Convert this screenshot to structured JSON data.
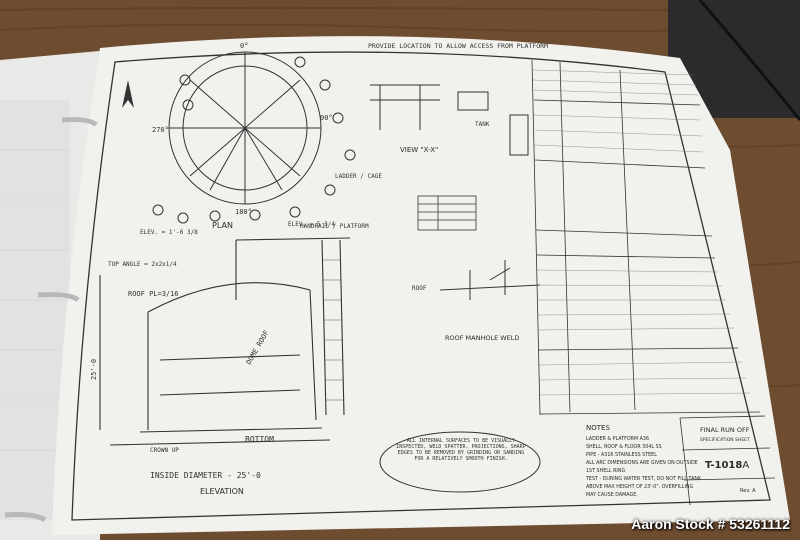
{
  "drawing": {
    "plan_label": "PLAN",
    "elevation_label": "ELEVATION",
    "view_label": "VIEW \"X-X\"",
    "roof_manhole_label": "ROOF MANHOLE WELD",
    "ladder_label": "LADDER / CAGE",
    "tank_label": "TANK",
    "roof_label": "ROOF",
    "dome_label": "DOME ROOF",
    "bottom_label": "BOTTOM",
    "diameter_label": "INSIDE DIAMETER - 25'-0",
    "crown_label": "CROWN UP",
    "handrail_label": "HANDRAIL / PLATFORM",
    "provide_note": "PROVIDE LOCATION TO ALLOW ACCESS FROM PLATFORM",
    "weld_note": "ALL INTERNAL SURFACES TO BE VISUALLY INSPECTED, WELD SPATTER, PROJECTIONS, SHARP EDGES TO BE REMOVED BY GRINDING OR SANDING FOR A RELATIVELY SMOOTH FINISH.",
    "elev_1": "ELEV. = 1'-6 3/8",
    "elev_2": "ELEV. = 5 3/4",
    "top_angle": "TOP ANGLE = 2x2x1/4",
    "roof_pl": "ROOF PL=3/16",
    "dim_25": "25'-0",
    "angle_0": "0°",
    "angle_90": "90°",
    "angle_180": "180°",
    "angle_270": "270°"
  },
  "title_block": {
    "title": "FINAL RUN OFF",
    "subtitle": "SPECIFICATION SHEET",
    "tank_number": "T-1018",
    "revision_letter": "A",
    "rev": "Rev. A",
    "notes_heading": "NOTES",
    "notes": [
      "LADDER & PLATFORM A36",
      "SHELL, ROOF & FLOOR 304L SS",
      "PIPE - A316 STAINLESS STEEL",
      "ALL ARC DIMENSIONS ARE GIVEN ON OUTSIDE",
      "1ST SHELL RING",
      "TEST - DURING WATER TEST, DO NOT FILL TANK",
      "ABOVE MAX HEIGHT OF 23'-0\". OVERFILLING",
      "MAY CAUSE DAMAGE."
    ]
  },
  "watermark": "Aaron Stock # 53261112"
}
